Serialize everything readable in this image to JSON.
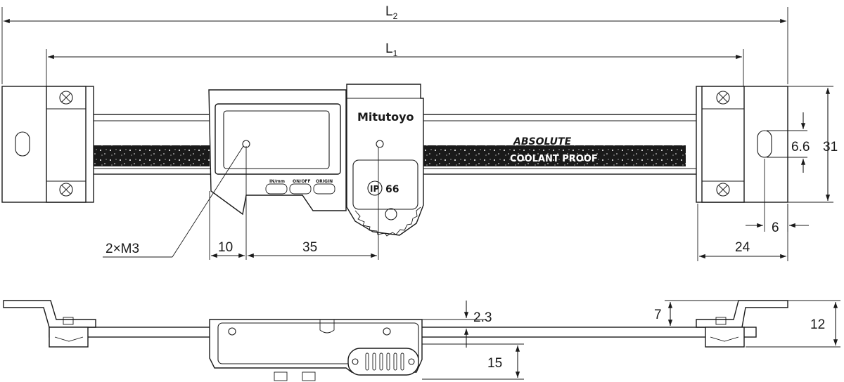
{
  "dimensions": {
    "l2": {
      "main": "L",
      "sub": "2"
    },
    "l1": {
      "main": "L",
      "sub": "1"
    },
    "thread": "2×M3",
    "d10": "10",
    "d35": "35",
    "d24": "24",
    "d6": "6",
    "d6_6": "6.6",
    "d31": "31",
    "d2_3": "2.3",
    "d7": "7",
    "d12": "12",
    "d15": "15"
  },
  "markings": {
    "brand": "Mitutoyo",
    "absolute": "ABSOLUTE",
    "coolant": "COOLANT PROOF",
    "ip": "IP",
    "ip_rating": "66",
    "buttons": [
      "IN/mm",
      "ON/OFF",
      "ORIGIN"
    ]
  }
}
